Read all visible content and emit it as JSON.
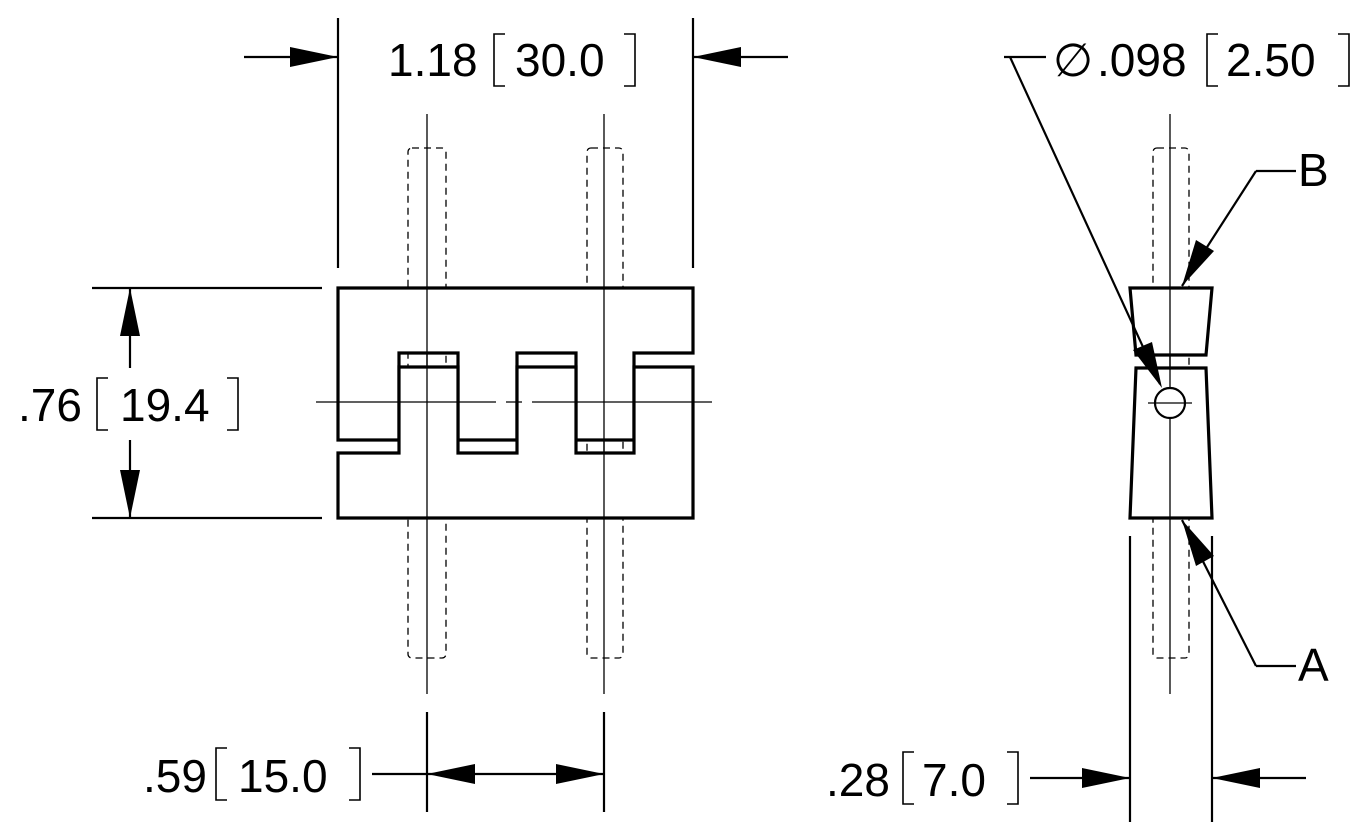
{
  "dimensions": {
    "width_overall": {
      "value": "1.18",
      "metric": "30.0"
    },
    "height_overall": {
      "value": ".76",
      "metric": "19.4"
    },
    "pin_spacing": {
      "value": ".59",
      "metric": "15.0"
    },
    "hole_diameter": {
      "symbol": "∅",
      "value": ".098",
      "metric": "2.50"
    },
    "side_thickness": {
      "value": ".28",
      "metric": "7.0"
    }
  },
  "labels": {
    "point_a": "A",
    "point_b": "B"
  }
}
